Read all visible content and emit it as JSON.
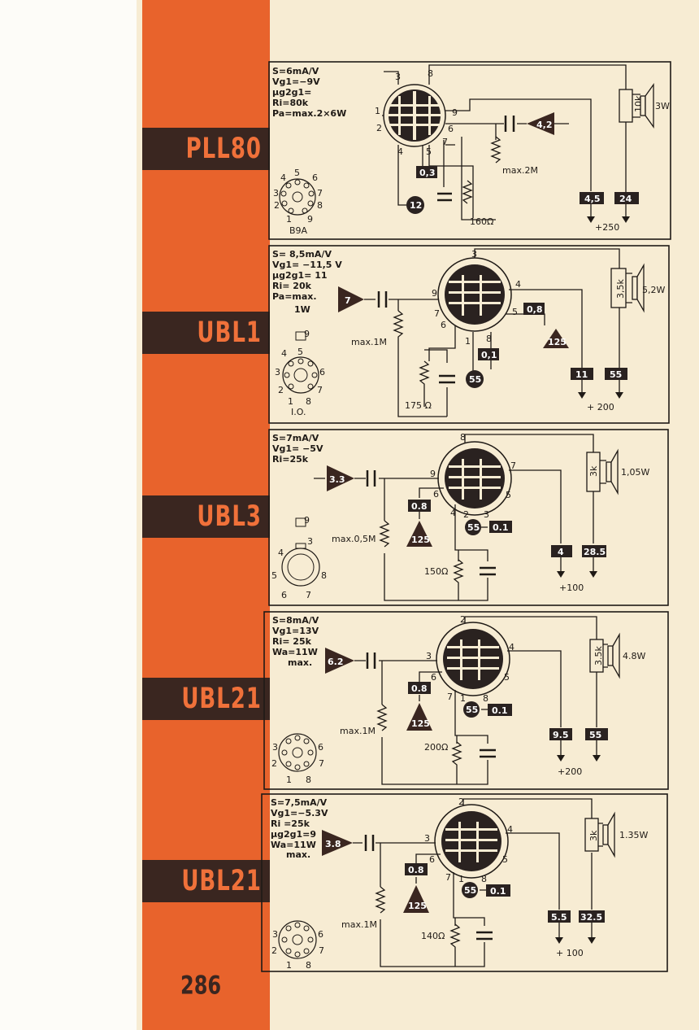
{
  "page_number": "286",
  "tubes": [
    {
      "name": "PLL80",
      "specs": [
        "S=6mA/V",
        "Vg1=−9V",
        "μg2g1=",
        "Ri=80k",
        "Pa=max.2×6W"
      ],
      "base": "B9A",
      "base_pins": [
        "5",
        "4",
        "6",
        "3",
        "7",
        "2",
        "8",
        "1",
        "9"
      ],
      "pins": {
        "p3": "3",
        "p8": "8",
        "p1": "1",
        "p2": "2",
        "p9": "9",
        "p6": "6",
        "p4": "4",
        "p5": "5",
        "p7": "7"
      },
      "drive": "4,2",
      "grid_res": "max.2M",
      "cathode_res": "160Ω",
      "voltages": {
        "cathode": "12",
        "bias": "0,3",
        "screen": "4,5",
        "anode": "24",
        "supply": "+250"
      },
      "load": "10k",
      "power": "3W"
    },
    {
      "name": "UBL1",
      "specs": [
        "S= 8,5mA/V",
        "Vg1= −11,5 V",
        "μg2g1= 11",
        "Ri= 20k",
        "Pa=max.",
        "1W"
      ],
      "base": "I.O.",
      "base_pins": [
        "9",
        "4",
        "5",
        "6",
        "3",
        "7",
        "2",
        "1",
        "8"
      ],
      "pins": {
        "p3": "3",
        "p9": "9",
        "p4": "4",
        "p7": "7",
        "p5": "5",
        "p6": "6",
        "p1": "1",
        "p8": "8"
      },
      "drive": "7",
      "grid_res": "max.1M",
      "cathode_res": "175 Ω",
      "voltages": {
        "heater": "55",
        "bias": "0,1",
        "g2": "0,8",
        "g3": "125",
        "screen": "11",
        "anode": "55",
        "supply": "+ 200"
      },
      "load": "3,5k",
      "power": "5,2W"
    },
    {
      "name": "UBL3",
      "specs": [
        "S=7mA/V",
        "Vg1= −5V",
        "Ri=25k"
      ],
      "base": "",
      "base_pins": [
        "9",
        "3",
        "4",
        "5",
        "6",
        "7",
        "8"
      ],
      "pins": {
        "p8": "8",
        "p9": "9",
        "p7": "7",
        "p6": "6",
        "p5": "5",
        "p4": "4",
        "p2": "2",
        "p3": "3"
      },
      "drive": "3.3",
      "grid_res": "max.0,5M",
      "cathode_res": "150Ω",
      "voltages": {
        "heater": "55",
        "bias": "0.1",
        "g2": "0.8",
        "g3": "125",
        "screen": "4",
        "anode": "28.5",
        "supply": "+100"
      },
      "load": "3k",
      "power": "1,05W"
    },
    {
      "name": "UBL21",
      "specs": [
        "S=8mA/V",
        "Vg1=13V",
        "Ri= 25k",
        "Wa=11W",
        "max."
      ],
      "base": "",
      "base_pins": [
        "3",
        "6",
        "2",
        "7",
        "1",
        "8"
      ],
      "pins": {
        "p2": "2",
        "p3": "3",
        "p4": "4",
        "p6": "6",
        "p5": "5",
        "p7": "7",
        "p1": "1",
        "p8": "8"
      },
      "drive": "6.2",
      "grid_res": "max.1M",
      "cathode_res": "200Ω",
      "voltages": {
        "heater": "55",
        "bias": "0.1",
        "g2": "0.8",
        "g3": "125",
        "screen": "9.5",
        "anode": "55",
        "supply": "+200"
      },
      "load": "3.5k",
      "power": "4.8W"
    },
    {
      "name": "UBL21",
      "specs": [
        "S=7,5mA/V",
        "Vg1=−5.3V",
        "Ri =25k",
        "μg2g1=9",
        "Wa=11W",
        "max."
      ],
      "base": "",
      "base_pins": [
        "3",
        "6",
        "2",
        "7",
        "1",
        "8"
      ],
      "pins": {
        "p2": "2",
        "p3": "3",
        "p4": "4",
        "p6": "6",
        "p5": "5",
        "p7": "7",
        "p1": "1",
        "p8": "8"
      },
      "drive": "3.8",
      "grid_res": "max.1M",
      "cathode_res": "140Ω",
      "voltages": {
        "heater": "55",
        "bias": "0.1",
        "g2": "0.8",
        "g3": "125",
        "screen": "5.5",
        "anode": "32.5",
        "supply": "+ 100"
      },
      "load": "3k",
      "power": "1.35W"
    }
  ]
}
